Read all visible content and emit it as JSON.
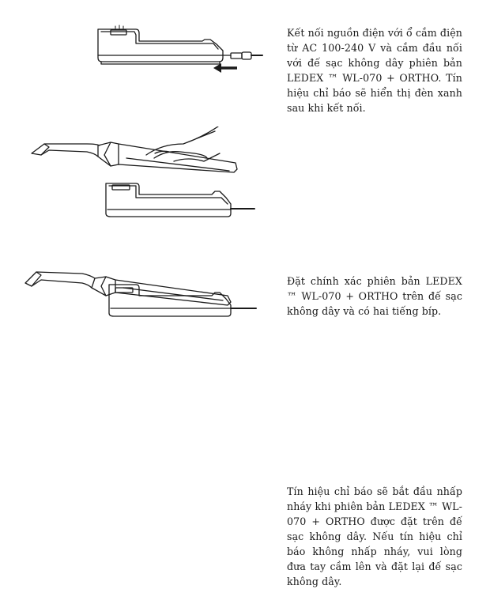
{
  "steps": [
    {
      "text": "Kết nối nguồn điện với ổ cắm điện từ AC 100-240 V và cắm đầu nối với đế sạc không dây phiên bản LEDEX ™ WL-070 + ORTHO. Tín hiệu chỉ báo sẽ hiển thị đèn xanh sau khi kết nối.",
      "illustration": "charging-base-power-connection"
    },
    {
      "text": "Đặt chính xác phiên bản LEDEX ™ WL-070 + ORTHO trên đế sạc không dây và có hai tiếng bíp.",
      "illustration": "hand-placing-device-on-base"
    },
    {
      "text": "Tín hiệu chỉ báo sẽ bắt đầu nhấp nháy khi phiên bản LEDEX ™ WL-070 + ORTHO được đặt trên đế sạc không dây. Nếu tín hiệu chỉ báo không nhấp nháy, vui lòng đưa tay cầm lên và đặt lại đế sạc không dây.",
      "illustration": "device-seated-on-base"
    }
  ]
}
